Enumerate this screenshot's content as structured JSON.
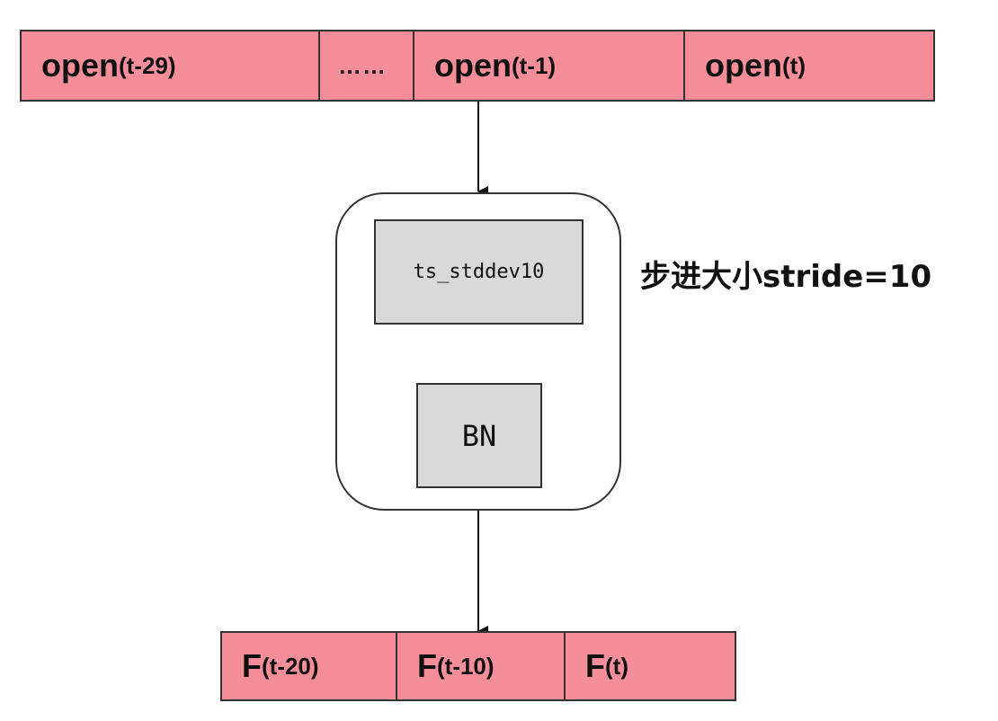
{
  "input_row": [
    {
      "main": "open",
      "sub": "(t-29)"
    },
    {
      "main": "",
      "sub": "……"
    },
    {
      "main": "open",
      "sub": "(t-1)"
    },
    {
      "main": "open",
      "sub": "(t)"
    }
  ],
  "module": {
    "op_label": "ts_stddev10",
    "norm_label": "BN",
    "stride_label": "步进大小stride=10"
  },
  "output_row": [
    {
      "main": "F",
      "sub": "(t-20)"
    },
    {
      "main": "F",
      "sub": "(t-10)"
    },
    {
      "main": "F",
      "sub": "(t)"
    }
  ],
  "colors": {
    "cell_fill": "#f58e98",
    "block_fill": "#d9d9d9",
    "stroke": "#333333"
  }
}
